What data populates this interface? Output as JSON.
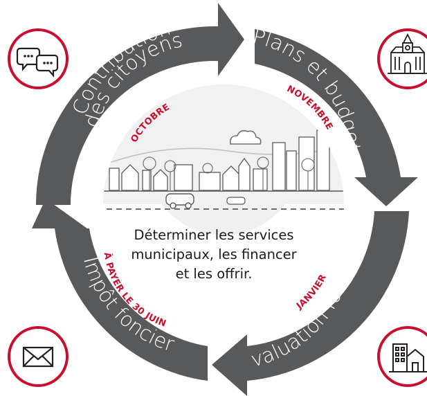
{
  "segments": {
    "contribution_line1": "Contribution",
    "contribution_line2": "des citoyens",
    "plans": "Plans et budget",
    "evaluation": "Évaluation foncière",
    "impot": "Impôt foncier"
  },
  "months": {
    "octobre": "OCTOBRE",
    "novembre": "NOVEMBRE",
    "janvier": "JANVIER",
    "a_payer": "À PAYER LE 30 JUIN"
  },
  "center": {
    "line1": "Déterminer les services",
    "line2": "municipaux, les financer",
    "line3": "et les offrir."
  },
  "colors": {
    "arc": "#58595b",
    "accent": "#c8102e",
    "icon_stroke": "#231f20"
  },
  "icons": {
    "top_left": "speech-bubbles-icon",
    "top_right": "city-hall-icon",
    "bottom_left": "envelope-icon",
    "bottom_right": "buildings-icon"
  }
}
